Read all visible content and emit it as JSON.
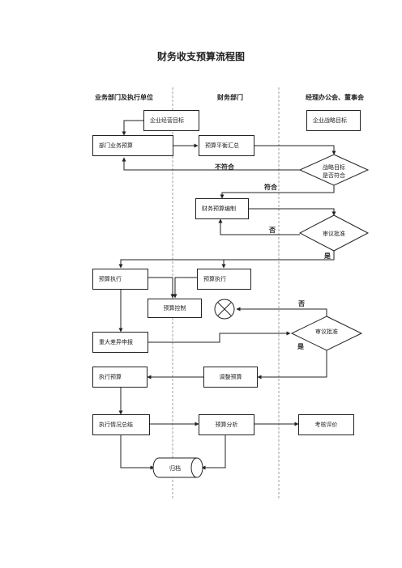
{
  "title": "财务收支预算流程图",
  "lanes": {
    "left": "业务部门及执行单位",
    "middle": "财务部门",
    "right": "经理办公会、董事会"
  },
  "nodes": {
    "enterprise_goal": "企业经营目标",
    "strategy_goal": "企业战略目标",
    "dept_budget": "部门业务预算",
    "budget_balance": "预算平衡汇总",
    "strategy_check": "战略目标是否符合",
    "budget_compile": "财务预算编制",
    "review_approve_1": "审议批准",
    "budget_exec_left": "预算执行",
    "budget_exec_mid": "预算执行",
    "budget_control": "预算控制",
    "major_variance": "重大差异申报",
    "review_approve_2": "审议批准",
    "exec_budget": "执行预算",
    "adjust_budget": "调整预算",
    "exec_summary": "执行情况总结",
    "budget_analysis": "预算分析",
    "assessment": "考核评价",
    "archive": "归档"
  },
  "labels": {
    "not_match": "不符合",
    "match": "符合",
    "no_1": "否",
    "yes_1": "是",
    "no_2": "否",
    "yes_2": "是"
  }
}
